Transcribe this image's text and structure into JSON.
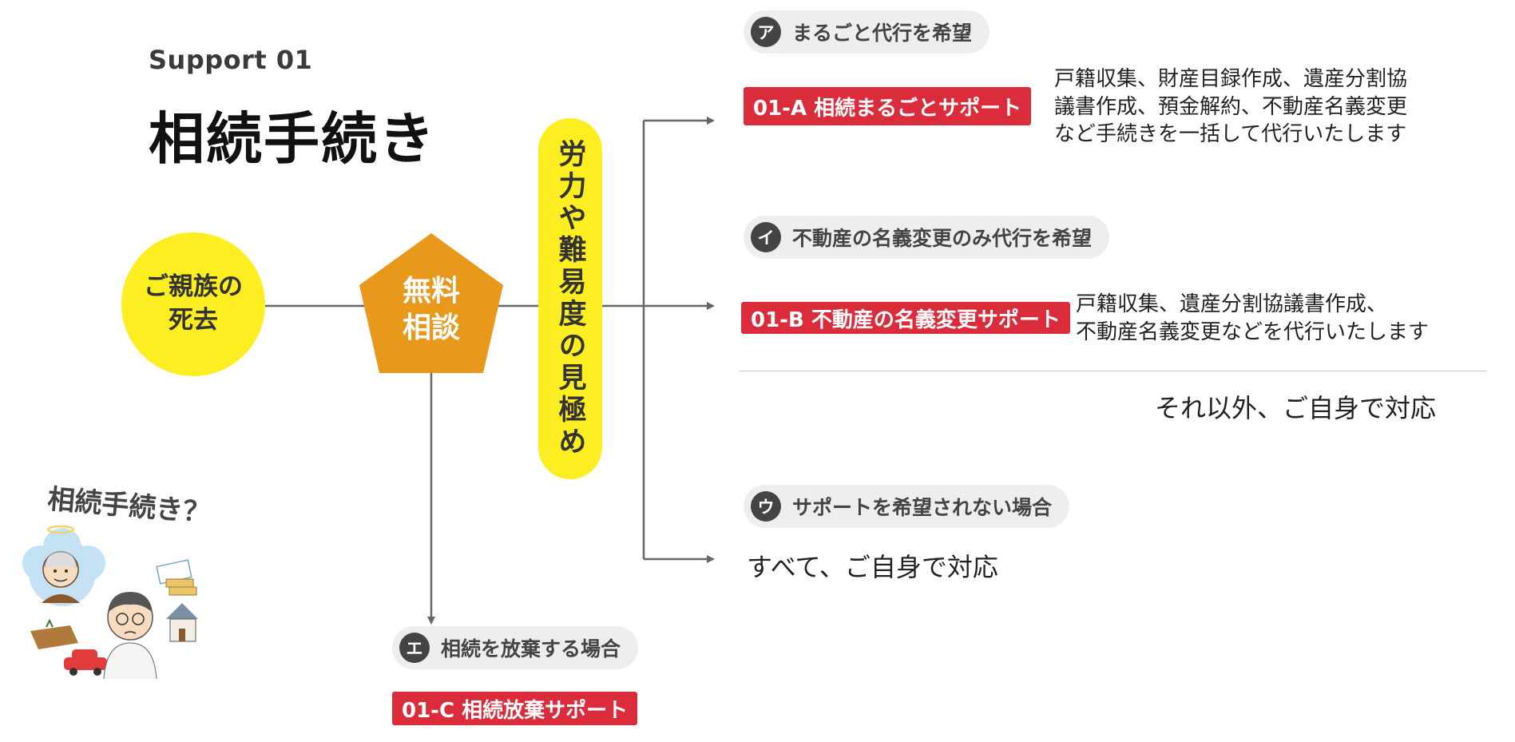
{
  "header": {
    "support_label": "Support 01",
    "title": "相続手続き"
  },
  "flow": {
    "start": {
      "line1": "ご親族の",
      "line2": "死去"
    },
    "consult": {
      "line1": "無料",
      "line2": "相談"
    },
    "assess": "労力や難易度の見極め"
  },
  "options": [
    {
      "badge": "ア",
      "label": "まるごと代行を希望",
      "service": "01-A 相続まるごとサポート",
      "desc": [
        "戸籍収集、財産目録作成、遺産分割協",
        "議書作成、預金解約、不動産名義変更",
        "など手続きを一括して代行いたします"
      ]
    },
    {
      "badge": "イ",
      "label": "不動産の名義変更のみ代行を希望",
      "service": "01-B 不動産の名義変更サポート",
      "desc": [
        "戸籍収集、遺産分割協議書作成、",
        "不動産名義変更などを代行いたします"
      ],
      "other": "それ以外、ご自身で対応"
    },
    {
      "badge": "ウ",
      "label": "サポートを希望されない場合",
      "result": "すべて、ご自身で対応"
    },
    {
      "badge": "エ",
      "label": "相続を放棄する場合",
      "service": "01-C 相続放棄サポート"
    }
  ],
  "illustration": {
    "question": "相続手続き？"
  },
  "colors": {
    "yellow": "#fcee21",
    "orange": "#e8991c",
    "red": "#db2c3c",
    "badge": "#444444",
    "arrow": "#666666"
  }
}
